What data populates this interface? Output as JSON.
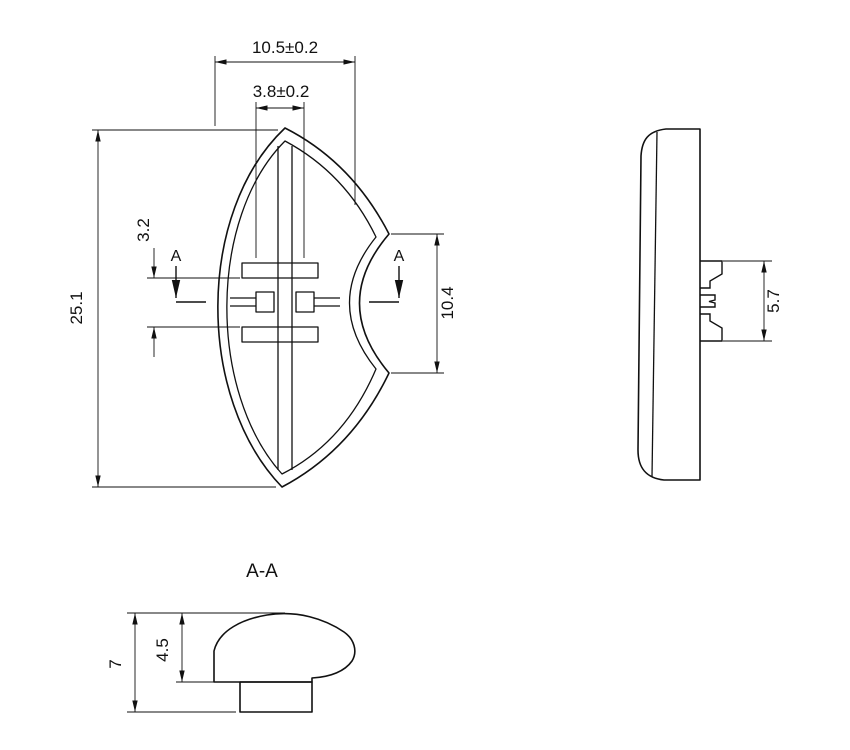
{
  "front_view": {
    "dim_overall_width": "10.5±0.2",
    "dim_rib_width": "3.8±0.2",
    "dim_overall_height": "25.1",
    "dim_slot_gap": "3.2",
    "dim_notch_span": "10.4",
    "section_marker_left": "A",
    "section_marker_right": "A"
  },
  "side_view": {
    "dim_clip_span": "5.7"
  },
  "section_view": {
    "label": "A-A",
    "dim_total_height": "7",
    "dim_cap_depth": "4.5"
  },
  "colors": {
    "line": "#111111",
    "background": "#ffffff"
  }
}
